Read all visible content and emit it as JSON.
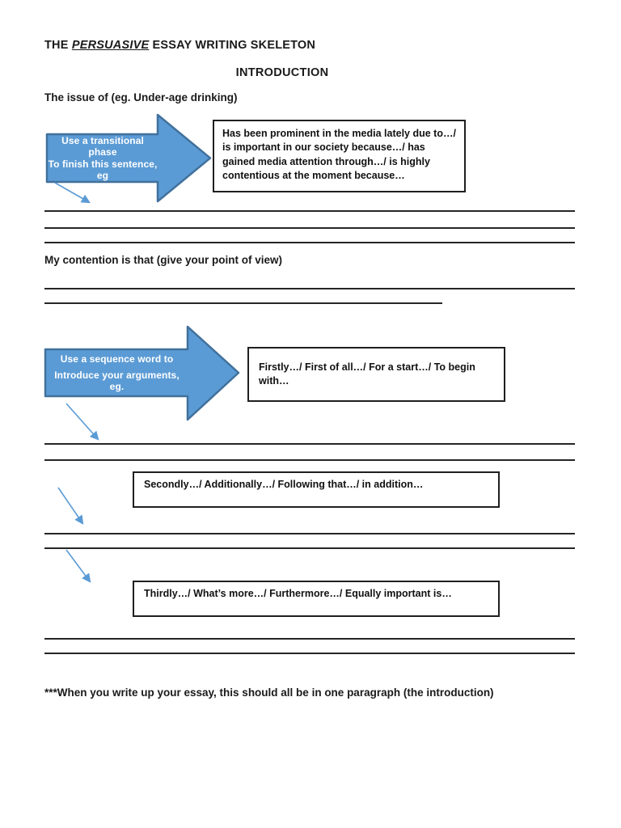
{
  "page": {
    "title_prefix": "THE ",
    "title_emphasis": "PERSUASIVE",
    "title_suffix": " ESSAY WRITING SKELETON",
    "section_heading": "INTRODUCTION",
    "issue_prompt": "The issue of (eg. Under-age drinking)",
    "contention_prompt": "My contention is that (give your point of view)",
    "footnote": "***When you write up your essay, this should all be in one paragraph (the introduction)"
  },
  "arrows": [
    {
      "line1": "Use a transitional phase",
      "line2": "To finish this sentence, eg"
    },
    {
      "line1": "Use a sequence word to",
      "line2": "Introduce your arguments, eg."
    }
  ],
  "suggestion_boxes": [
    {
      "text": "Has been prominent in the media lately due to…/ is important in our society because…/ has gained media attention through…/ is highly contentious at the moment because…"
    },
    {
      "text": "Firstly…/ First of all…/ For a start…/ To begin with…"
    },
    {
      "text": "Secondly…/ Additionally…/ Following that…/ in addition…"
    },
    {
      "text": "Thirdly…/ What’s more…/ Furthermore…/ Equally important is…"
    }
  ],
  "colors": {
    "arrow_fill": "#5b9bd5",
    "arrow_border": "#41719c",
    "thin_arrow": "#5b9bd5",
    "line_color": "#262626",
    "box_border": "#1f1f1f"
  }
}
